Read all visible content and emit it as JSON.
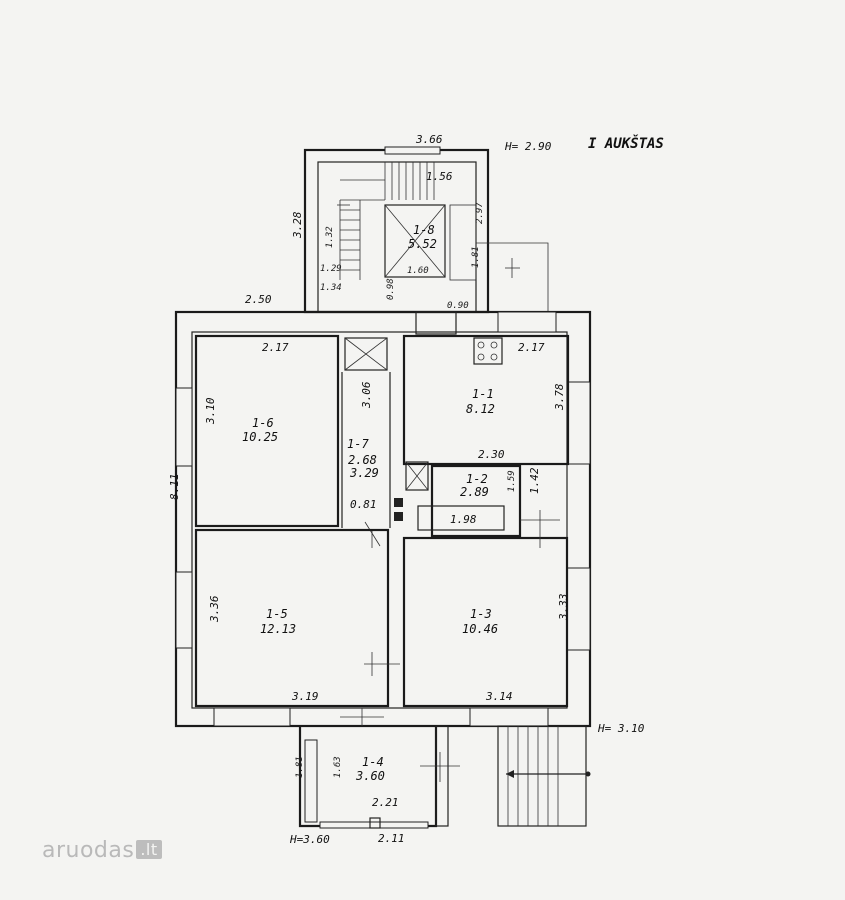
{
  "plan": {
    "floor_title": "I AUKŠTAS",
    "height_top": "H= 2.90",
    "height_right": "H= 3.10",
    "height_bottom": "H=3.60",
    "rooms": [
      {
        "id": "1-1",
        "area": "8.12"
      },
      {
        "id": "1-2",
        "area": "2.89"
      },
      {
        "id": "1-3",
        "area": "10.46"
      },
      {
        "id": "1-4",
        "area": "3.60"
      },
      {
        "id": "1-5",
        "area": "12.13"
      },
      {
        "id": "1-6",
        "area": "10.25"
      },
      {
        "id": "1-7",
        "area": "2.68"
      },
      {
        "id": "1-8",
        "area": "5.52"
      }
    ],
    "dimensions": {
      "stair_width": "3.66",
      "stair_height": "3.28",
      "stair_inner": "1.56",
      "stair_landing": "1.60",
      "stair_misc_1": "2.97",
      "stair_misc_2": "1.32",
      "stair_misc_3": "1.29",
      "stair_misc_4": "1.34",
      "stair_misc_5": "0.98",
      "stair_misc_6": "0.90",
      "stair_misc_7": "1.81",
      "top_left": "2.50",
      "room16_width": "2.17",
      "room16_height": "3.10",
      "corridor_height": "3.06",
      "corridor_length": "3.29",
      "corridor_width": "0.81",
      "room11_width": "2.17",
      "room11_height": "3.78",
      "room12_width": "2.30",
      "room12_d1": "1.59",
      "room12_d2": "1.42",
      "room12_bath": "1.98",
      "total_height": "8.11",
      "room15_height": "3.36",
      "room15_width": "3.19",
      "room13_height": "3.33",
      "room13_width": "3.14",
      "porch_height_outer": "1.81",
      "porch_height_inner": "1.63",
      "porch_width_inner": "2.21",
      "porch_width_outer": "2.11"
    }
  },
  "watermark": {
    "brand": "aruodas",
    "tld": ".lt"
  }
}
